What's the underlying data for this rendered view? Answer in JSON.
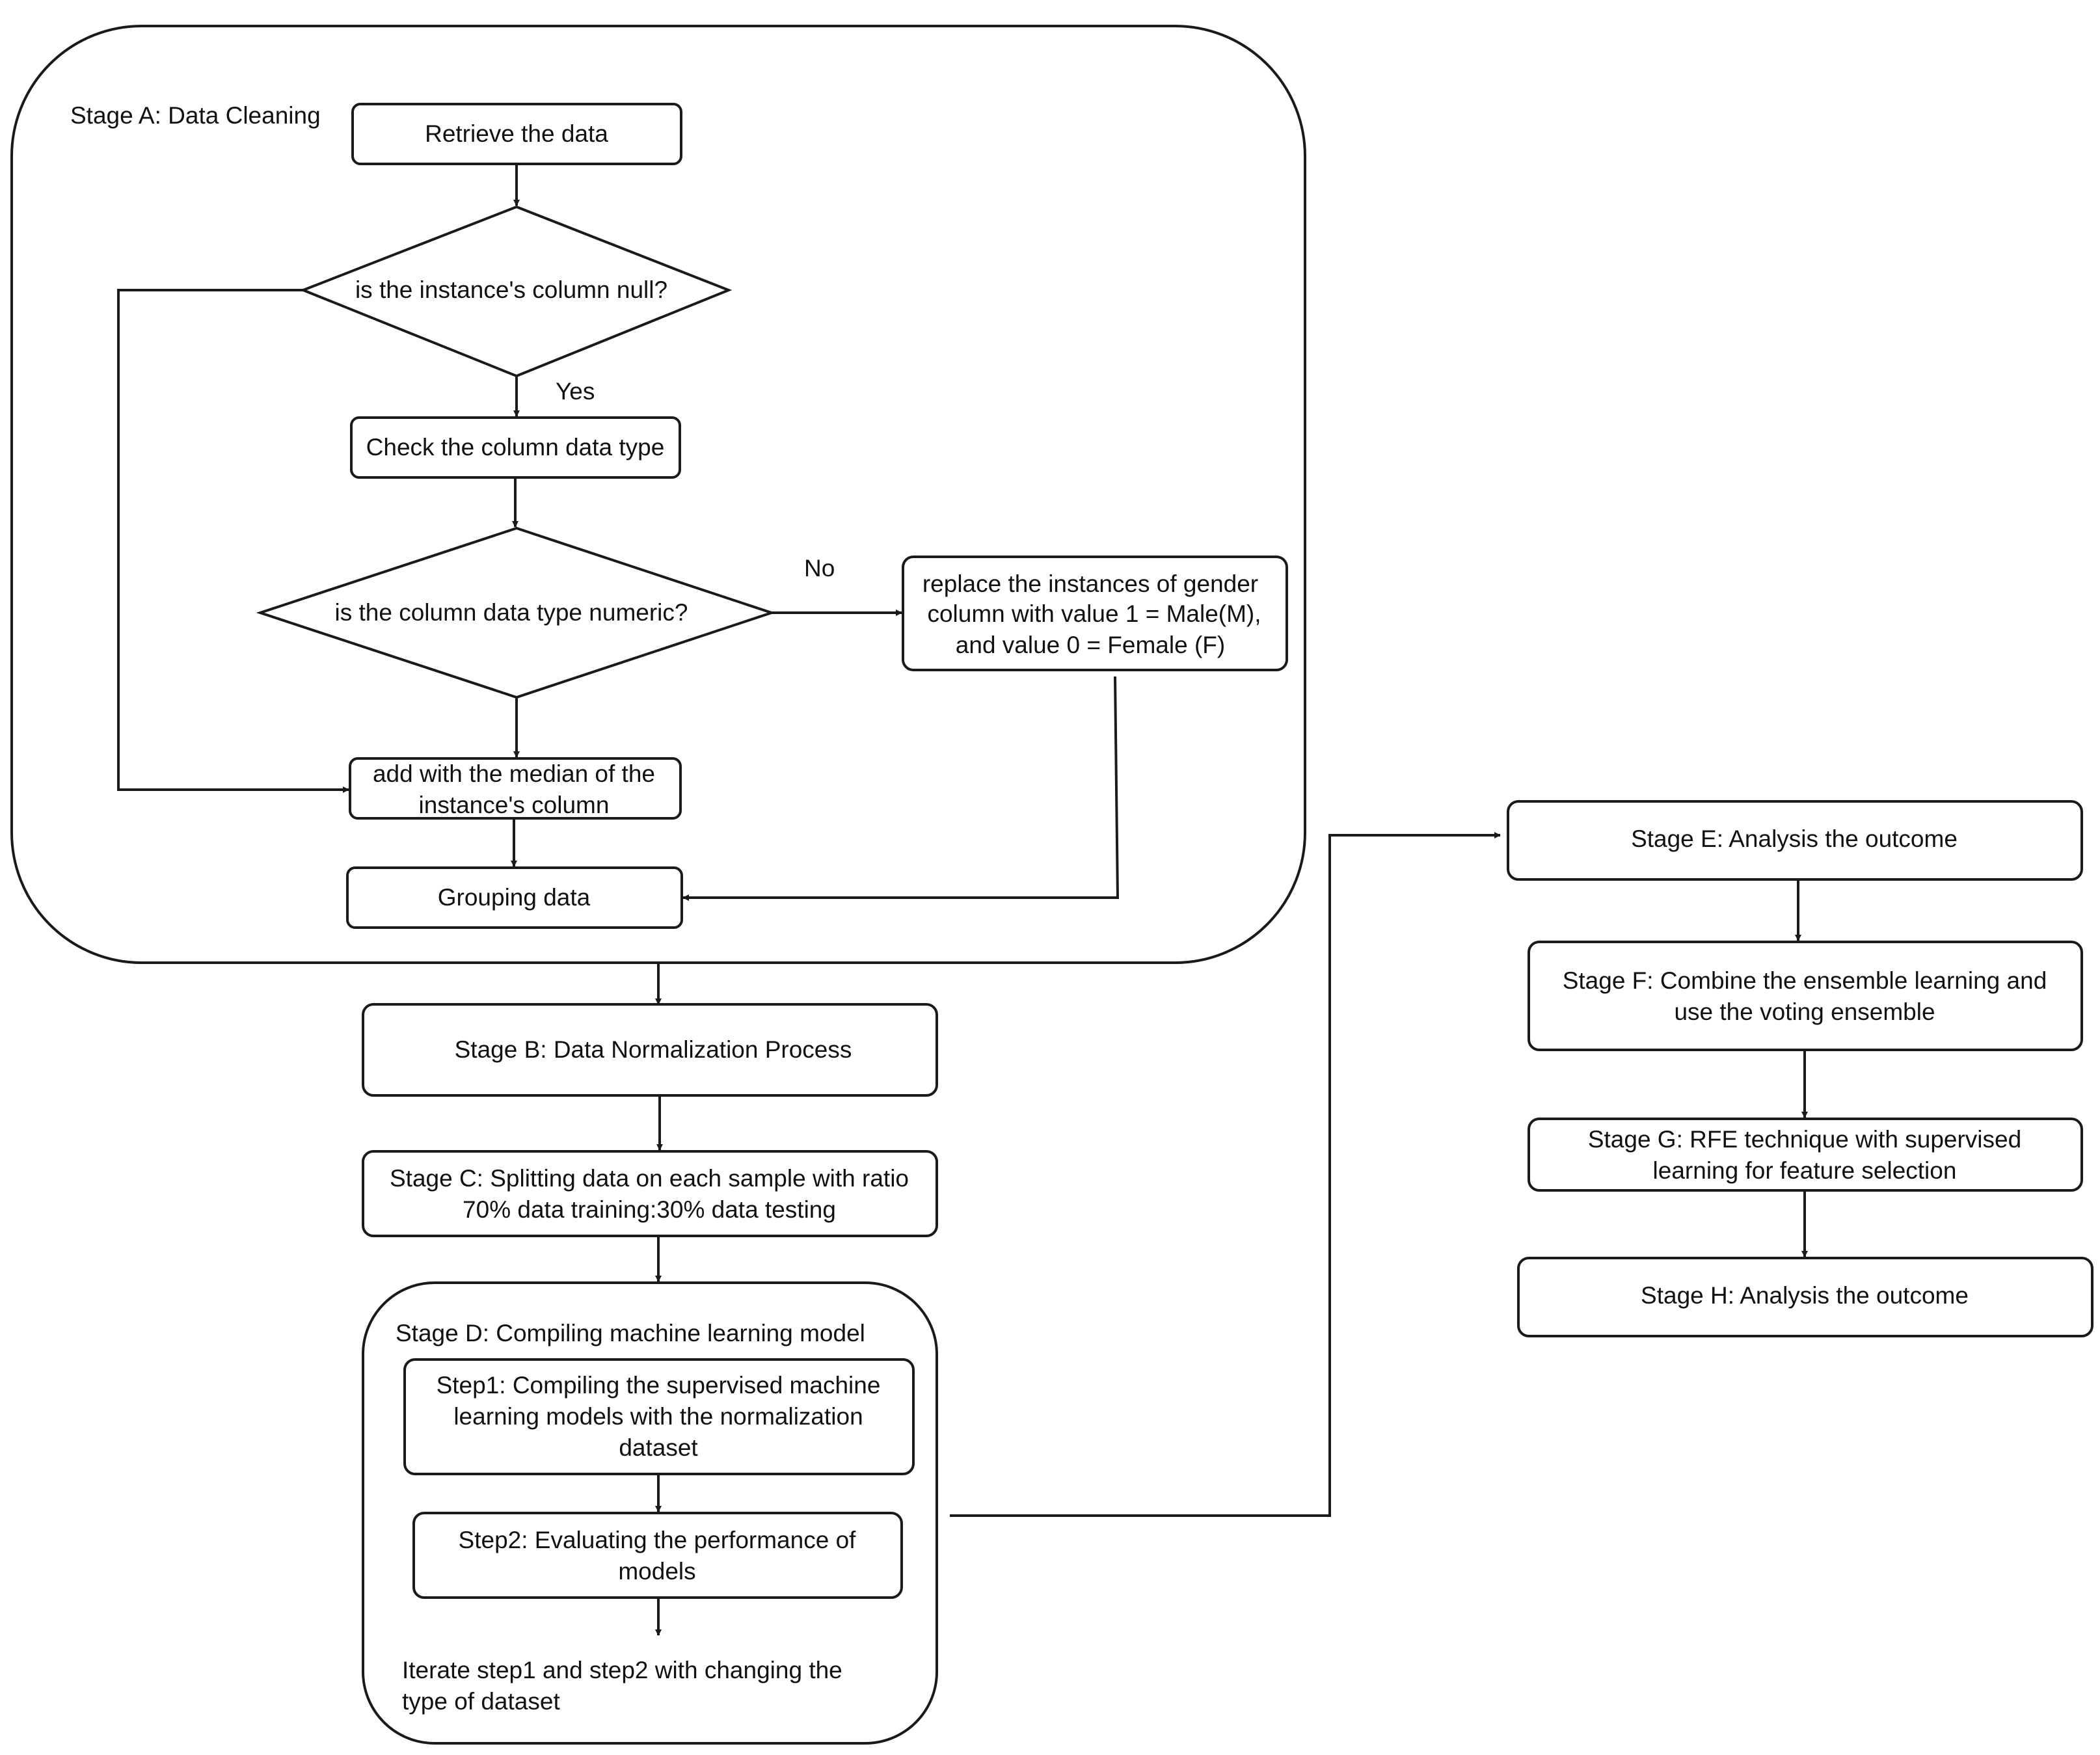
{
  "stage_a": {
    "title": "Stage A: Data Cleaning",
    "retrieve": "Retrieve the data",
    "null_check": "is the instance's column null?",
    "yes_label": "Yes",
    "check_type": "Check the column data type",
    "numeric_check": "is the column data type numeric?",
    "no_label": "No",
    "replace_lines": [
      "replace the instances of gender",
      "column with value 1 = Male(M),",
      "and value 0 = Female (F)"
    ],
    "median_lines": [
      "add with the median of the",
      "instance's column"
    ],
    "grouping": "Grouping data"
  },
  "stage_b": "Stage B: Data Normalization Process",
  "stage_c_lines": [
    "Stage C: Splitting data on each sample with ratio",
    "70% data training:30% data testing"
  ],
  "stage_d": {
    "title": "Stage D: Compiling machine learning model",
    "step1_lines": [
      "Step1: Compiling the supervised machine",
      "learning models with the normalization",
      "dataset"
    ],
    "step2_lines": [
      "Step2: Evaluating the performance of",
      "models"
    ],
    "iterate_lines": [
      "Iterate step1 and step2 with changing the",
      "type of dataset"
    ]
  },
  "stage_e": "Stage E: Analysis the outcome",
  "stage_f_lines": [
    "Stage F: Combine the ensemble learning and",
    "use the voting ensemble"
  ],
  "stage_g_lines": [
    "Stage G: RFE technique with supervised",
    "learning for feature selection"
  ],
  "stage_h": "Stage H: Analysis the outcome"
}
